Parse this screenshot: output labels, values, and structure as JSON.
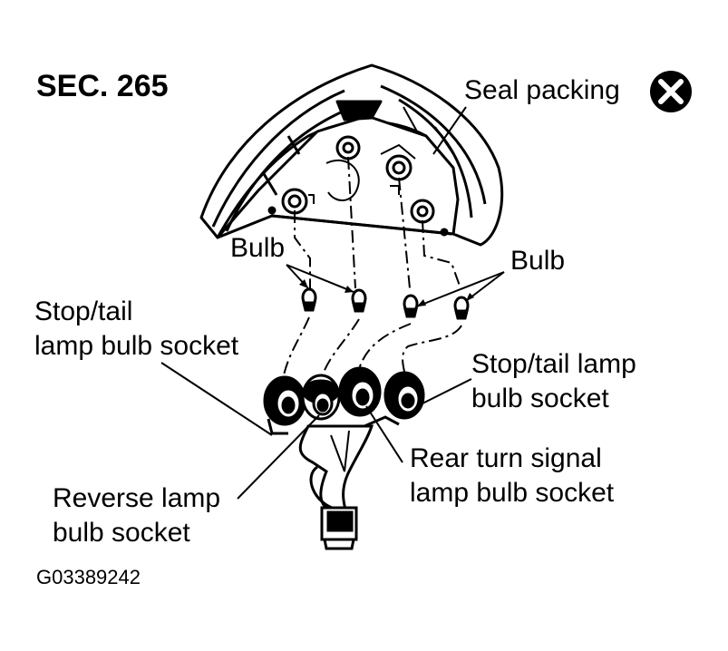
{
  "section_label": "SEC. 265",
  "figure_code": "G03389242",
  "labels": {
    "seal_packing": "Seal packing",
    "bulb_left": "Bulb",
    "bulb_right": "Bulb",
    "stop_tail_left_line1": "Stop/tail",
    "stop_tail_left_line2": "lamp bulb socket",
    "stop_tail_right_line1": "Stop/tail lamp",
    "stop_tail_right_line2": "bulb socket",
    "rear_turn_line1": "Rear turn signal",
    "rear_turn_line2": "lamp bulb socket",
    "reverse_line1": "Reverse lamp",
    "reverse_line2": "bulb socket"
  },
  "icons": {
    "do_not_reuse": "circle-x-icon"
  }
}
